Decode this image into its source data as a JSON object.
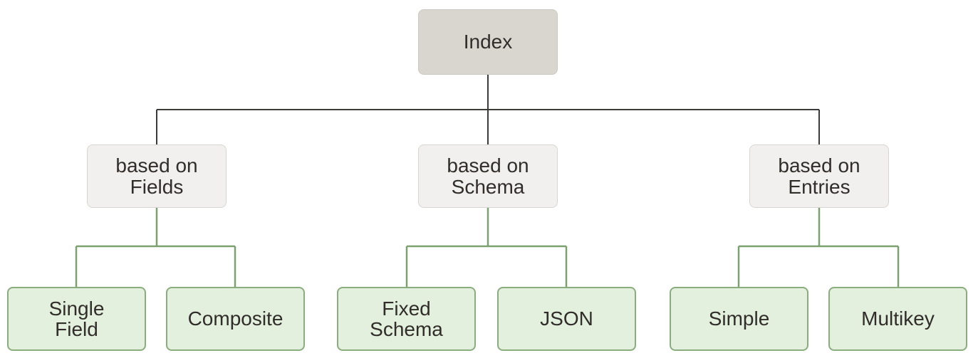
{
  "diagram": {
    "type": "tree",
    "root": {
      "id": "index",
      "label": "Index"
    },
    "level2": [
      {
        "id": "based-on-fields",
        "label": "based on\nFields",
        "parent": "index"
      },
      {
        "id": "based-on-schema",
        "label": "based on\nSchema",
        "parent": "index"
      },
      {
        "id": "based-on-entries",
        "label": "based on\nEntries",
        "parent": "index"
      }
    ],
    "level3": [
      {
        "id": "single-field",
        "label": "Single\nField",
        "parent": "based-on-fields"
      },
      {
        "id": "composite",
        "label": "Composite",
        "parent": "based-on-fields"
      },
      {
        "id": "fixed-schema",
        "label": "Fixed\nSchema",
        "parent": "based-on-schema"
      },
      {
        "id": "json",
        "label": "JSON",
        "parent": "based-on-schema"
      },
      {
        "id": "simple",
        "label": "Simple",
        "parent": "based-on-entries"
      },
      {
        "id": "multikey",
        "label": "Multikey",
        "parent": "based-on-entries"
      }
    ]
  },
  "colors": {
    "root_fill": "#d9d5cf",
    "root_border": "#cbc7c1",
    "branch_fill": "#f1f0ee",
    "branch_border": "#d8d5d1",
    "leaf_fill": "#e3f0dd",
    "leaf_border": "#8aad7e",
    "line_dark": "#3b3b39",
    "line_green": "#7ba170",
    "text_color": "#312d2a",
    "canvas_bg": "#ffffff"
  }
}
